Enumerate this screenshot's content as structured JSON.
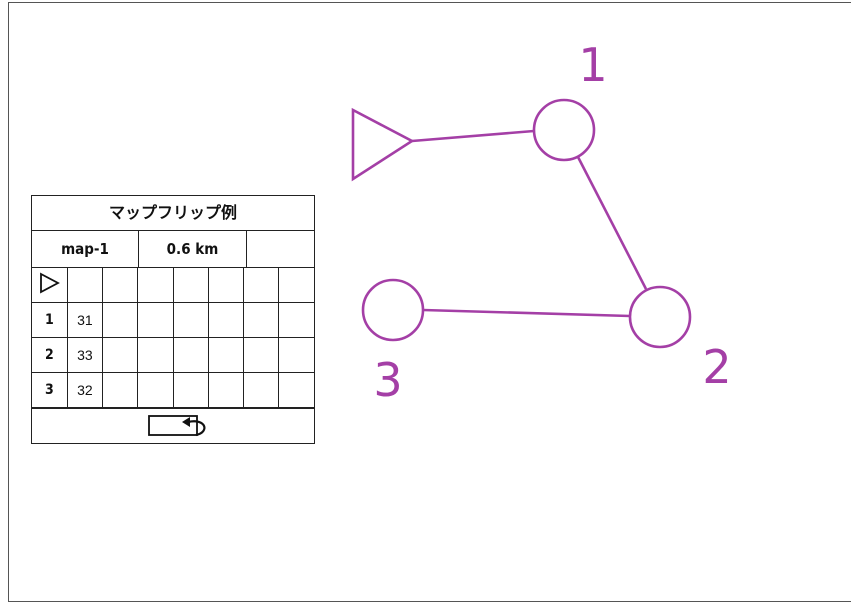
{
  "card": {
    "title": "マップフリップ例",
    "map_name": "map-1",
    "length": "0.6 km",
    "controls": [
      {
        "num": "1",
        "code": "31"
      },
      {
        "num": "2",
        "code": "33"
      },
      {
        "num": "3",
        "code": "32"
      }
    ]
  },
  "course": {
    "labels": [
      "1",
      "2",
      "3"
    ],
    "color": "#a43fa6"
  },
  "icons": {
    "start": "start-triangle-icon",
    "flip": "map-flip-icon"
  }
}
